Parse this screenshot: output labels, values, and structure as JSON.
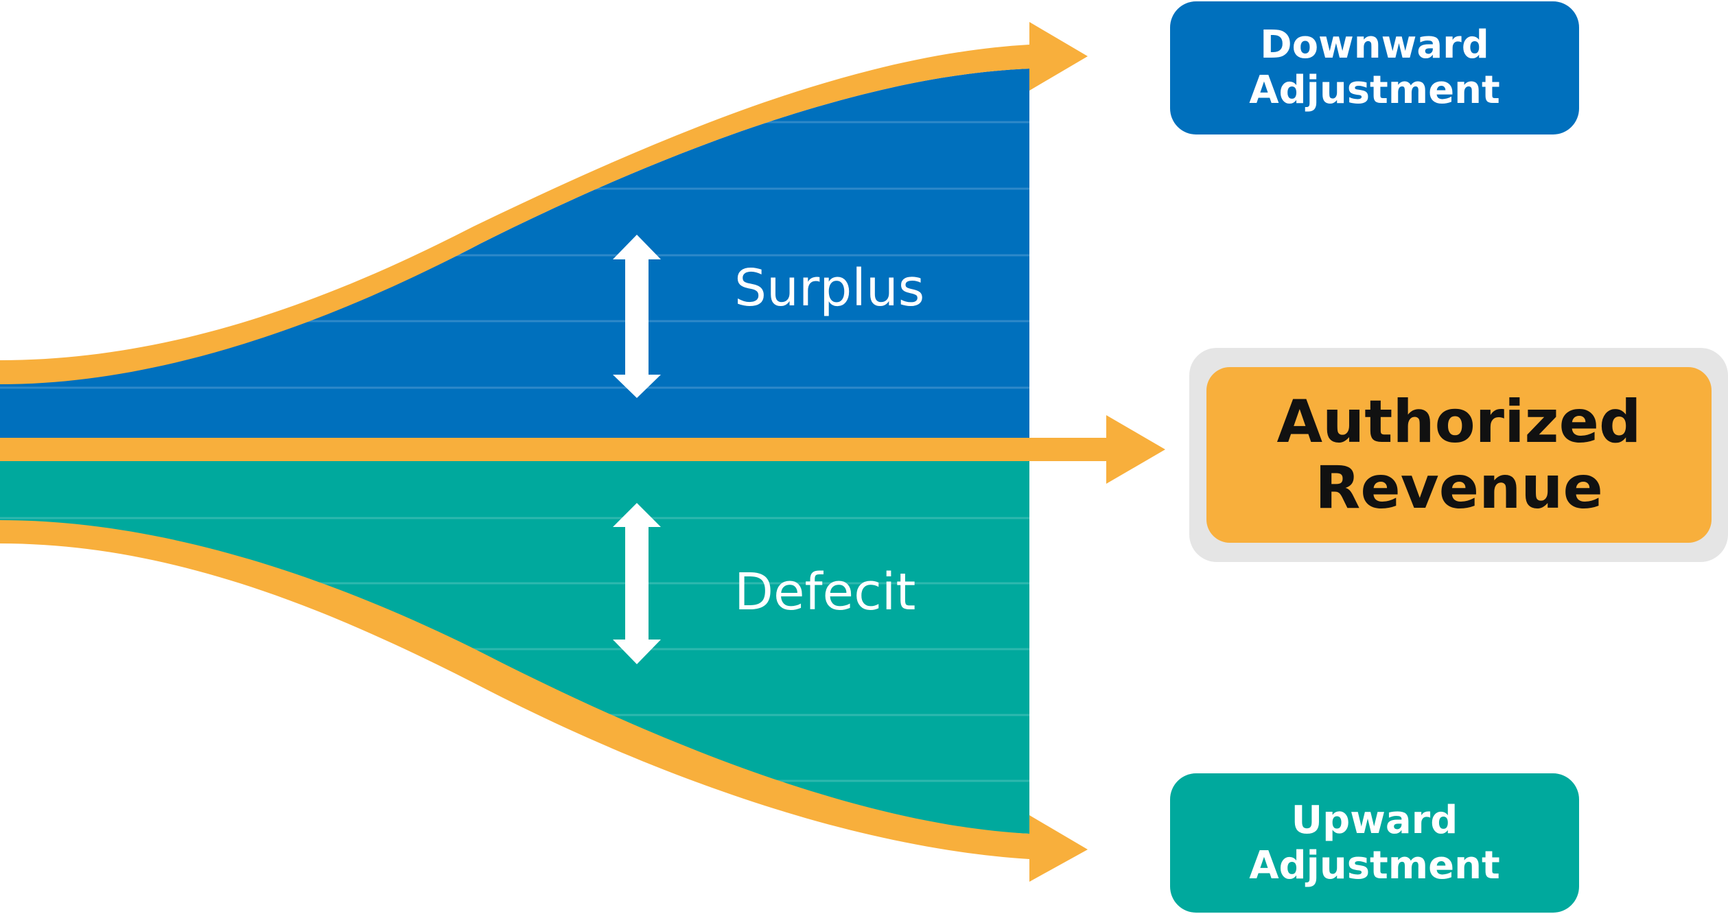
{
  "labels": {
    "surplus": "Surplus",
    "deficit": "Defecit"
  },
  "boxes": {
    "downward": {
      "line1": "Downward",
      "line2": "Adjustment"
    },
    "authorized": {
      "line1": "Authorized",
      "line2": "Revenue"
    },
    "upward": {
      "line1": "Upward",
      "line2": "Adjustment"
    }
  },
  "colors": {
    "surplus_band": "#0070BD",
    "deficit_band": "#00A99D",
    "arrow": "#F8AF3C",
    "downward_box": "#0070BD",
    "upward_box": "#00A99D",
    "authorized_box": "#F8AF3C",
    "authorized_frame": "#E5E5E5",
    "box_text_light": "#FFFFFF",
    "box_text_dark": "#111111"
  },
  "icons": {
    "surplus_range": "double-headed-vertical-arrow-icon",
    "deficit_range": "double-headed-vertical-arrow-icon",
    "flow_arrows": "arrow-right-icon"
  }
}
